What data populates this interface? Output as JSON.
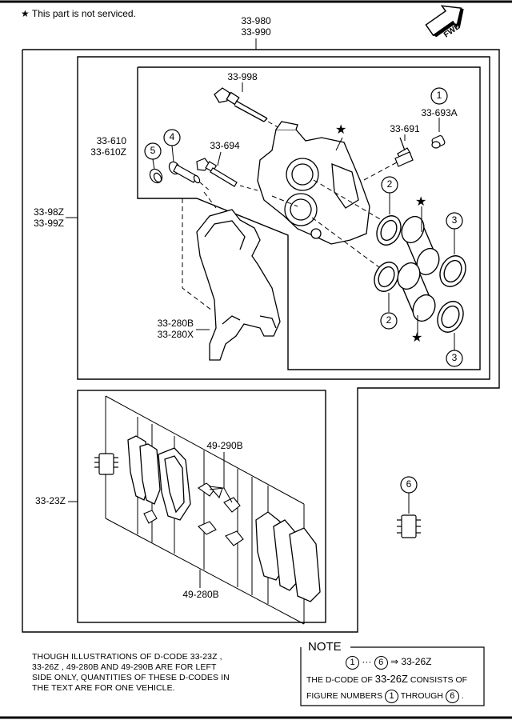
{
  "header": {
    "star_note": "★ This part is not serviced.",
    "fwd": "FWD"
  },
  "callouts": {
    "assembly_top": [
      "33-980",
      "33-990"
    ],
    "bolt": "33-998",
    "seal_1": [
      "33-693A"
    ],
    "bleeder": "33-691",
    "pin_boot": [
      "33-610",
      "33-610Z"
    ],
    "guide_pin": "33-694",
    "outer_left": [
      "33-98Z",
      "33-99Z"
    ],
    "bracket": [
      "33-280B",
      "33-280X"
    ],
    "pad_set": "33-23Z",
    "clips": "49-290B",
    "shims": "49-280B"
  },
  "figure_numbers": {
    "n1": "1",
    "n2a": "2",
    "n2b": "2",
    "n3a": "3",
    "n3b": "3",
    "n4": "4",
    "n5": "5",
    "n6": "6"
  },
  "stars": [
    "★",
    "★",
    "★"
  ],
  "footnote": {
    "line1": "THOUGH ILLUSTRATIONS OF D-CODE 33-23Z ,",
    "line2": "33-26Z , 49-280B AND 49-290B ARE FOR LEFT",
    "line3": "SIDE ONLY, QUANTITIES OF THESE D-CODES IN",
    "line4": "THE TEXT ARE FOR ONE VEHICLE."
  },
  "note_box": {
    "title": "NOTE",
    "from": "1",
    "dots": "···",
    "to": "6",
    "arrow": "⇒ 33-26Z",
    "line2_a": "THE D-CODE OF",
    "line2_code": "33-26Z",
    "line2_b": "CONSISTS OF",
    "line3_a": "FIGURE NUMBERS",
    "line3_from": "1",
    "line3_mid": "THROUGH",
    "line3_to": "6",
    "line3_end": "."
  }
}
